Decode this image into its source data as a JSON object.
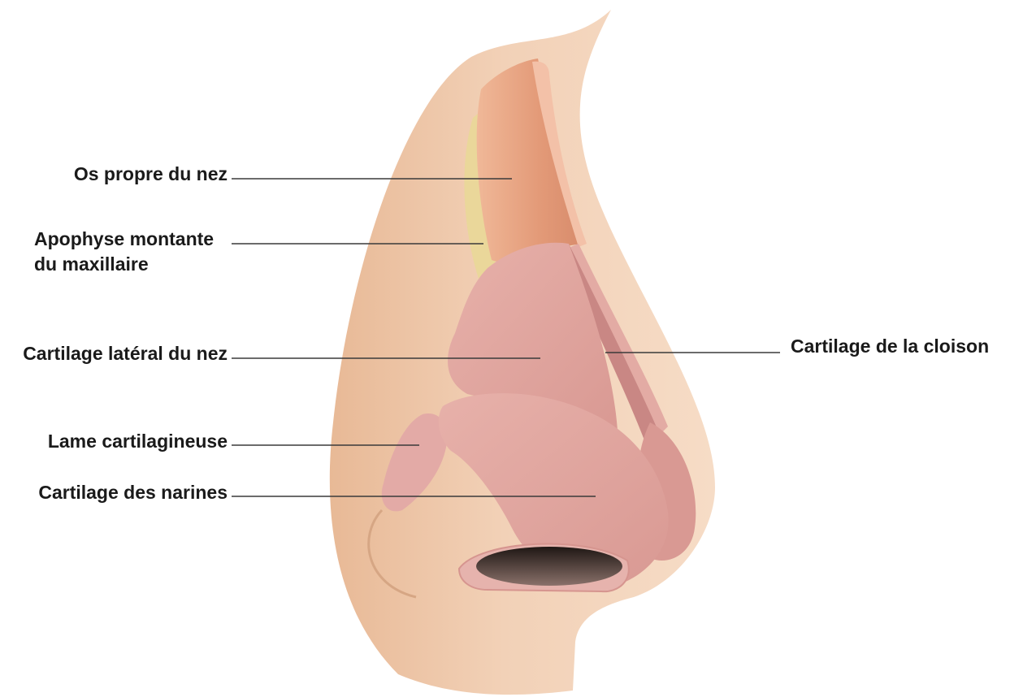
{
  "labels": {
    "nasal_bone": "Os propre du nez",
    "frontal_process_line1": "Apophyse montante",
    "frontal_process_line2": "du maxillaire",
    "lateral_cartilage": "Cartilage latéral du nez",
    "cartilaginous_plate": "Lame cartilagineuse",
    "alar_cartilage": "Cartilage des narines",
    "septal_cartilage": "Cartilage de la cloison"
  },
  "colors": {
    "skin": "#f3d2b8",
    "skin_shadow": "#e7b995",
    "bone": "#e39a78",
    "maxilla": "#ead79a",
    "cartilage": "#dea19c",
    "cartilage_dark": "#c98784",
    "nostril": "#3b302c"
  }
}
